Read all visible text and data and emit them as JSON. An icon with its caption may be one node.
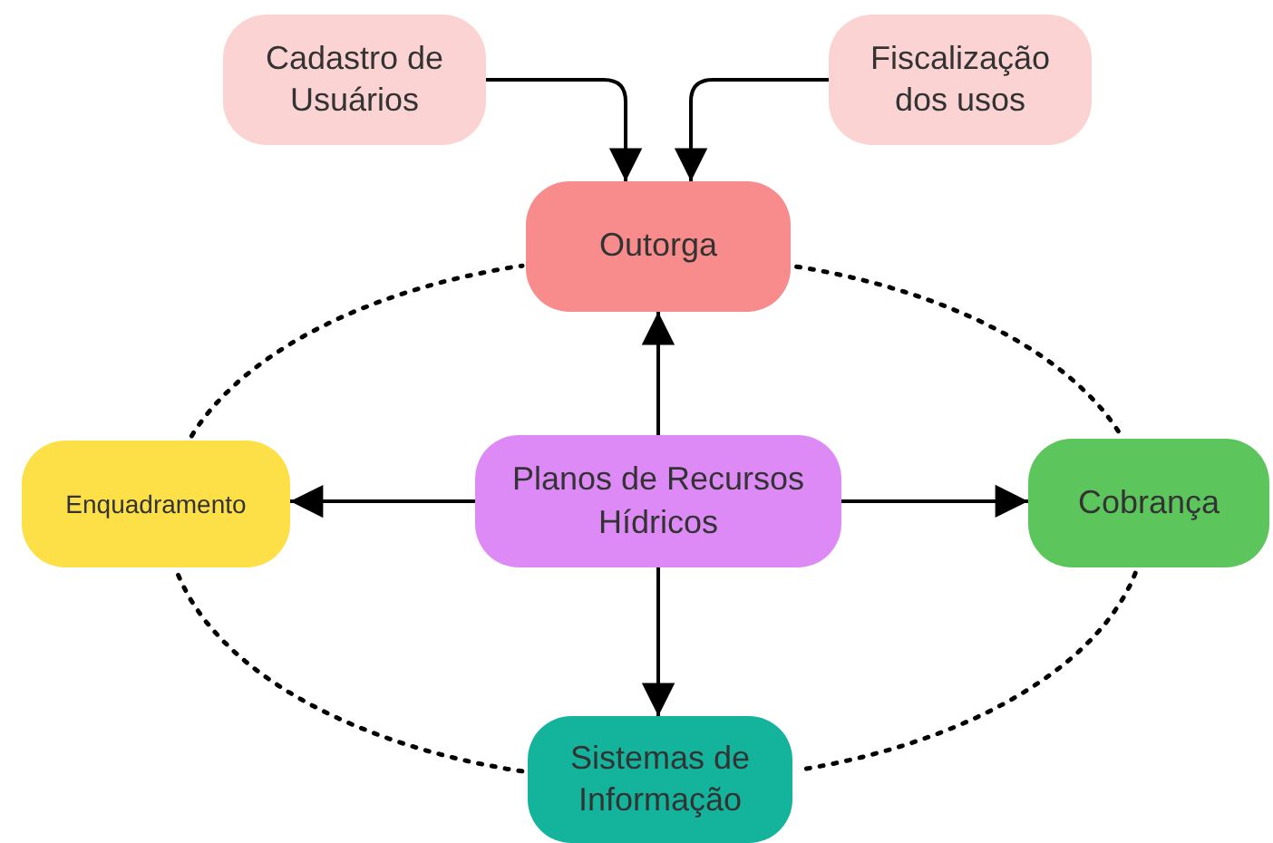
{
  "diagram": {
    "nodes": [
      {
        "text": [
          "Cadastro de Usuários"
        ]
      },
      {
        "text": [
          "Fiscalização dos usos"
        ]
      },
      {
        "text": [
          "Outorga"
        ]
      },
      {
        "text": [
          "Enquadramento"
        ]
      },
      {
        "text": [
          "Planos de Recursos Hídricos"
        ]
      },
      {
        "text": [
          "Cobrança"
        ]
      },
      {
        "text": [
          "Sistemas de Informação"
        ]
      }
    ],
    "edges": [
      {
        "from": 0,
        "to": 2,
        "arrow": "to"
      },
      {
        "from": 1,
        "to": 2,
        "arrow": "to"
      },
      {
        "from": 4,
        "to": 2,
        "arrow": "to"
      },
      {
        "from": 4,
        "to": 3,
        "arrow": "to"
      },
      {
        "from": 4,
        "to": 5,
        "arrow": "to"
      },
      {
        "from": 4,
        "to": 6,
        "arrow": "to"
      },
      {
        "from": 2,
        "to": 5,
        "arrow": "none",
        "style": "dashed"
      },
      {
        "from": 5,
        "to": 6,
        "arrow": "none",
        "style": "dashed"
      },
      {
        "from": 6,
        "to": 3,
        "arrow": "none",
        "style": "dashed"
      },
      {
        "from": 3,
        "to": 2,
        "arrow": "none",
        "style": "dashed"
      }
    ]
  }
}
